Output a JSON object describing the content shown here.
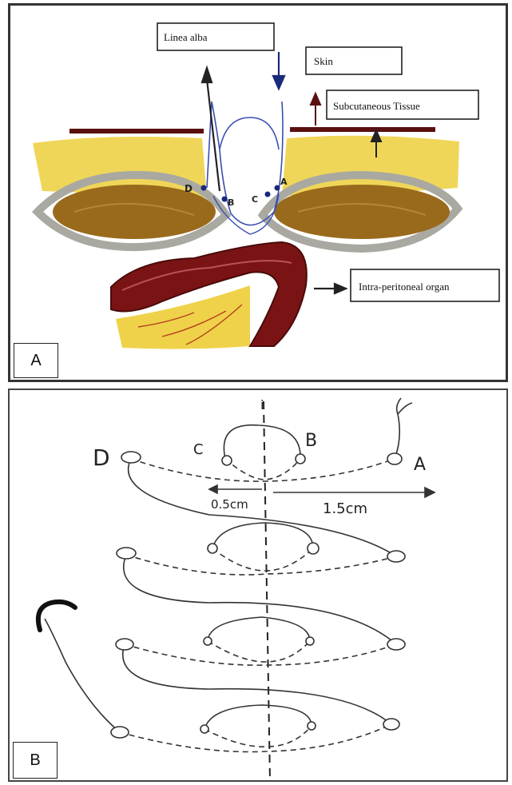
{
  "panel_a": {
    "letter": "A",
    "labels": {
      "linea_alba": "Linea alba",
      "skin": "Skin",
      "subcutaneous": "Subcutaneous Tissue",
      "intraperitoneal": "Intra-peritoneal organ"
    },
    "points": [
      "A",
      "B",
      "C",
      "D"
    ]
  },
  "panel_b": {
    "letter": "B",
    "points": [
      "A",
      "B",
      "C",
      "D"
    ],
    "measure_left": "0.5cm",
    "measure_right": "1.5cm",
    "midline_mark": "i"
  },
  "colors": {
    "fat": "#efd24a",
    "muscle": "#9a6a1c",
    "fascia": "#a9a9a2",
    "organ": "#7a1414",
    "skin_line": "#5a0f0f",
    "suture": "#3a4fb0"
  }
}
